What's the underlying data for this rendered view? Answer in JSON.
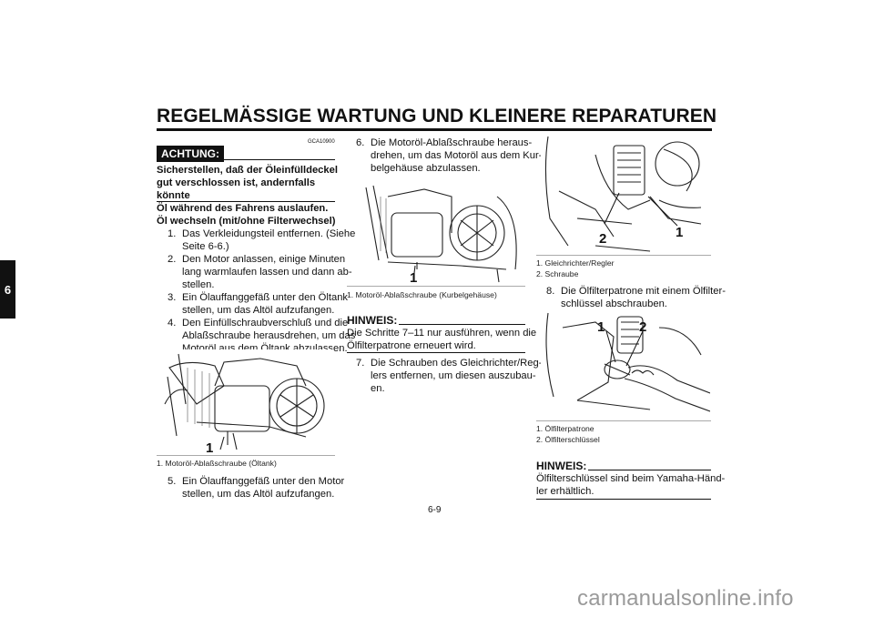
{
  "header": {
    "title": "REGELMÄSSIGE WARTUNG UND KLEINERE REPARATUREN"
  },
  "chapter_tab": "6",
  "achtung": {
    "label": "ACHTUNG:",
    "code": "GCA10900",
    "text_lines": [
      "Sicherstellen, daß der Öleinfülldeckel",
      "gut verschlossen ist, andernfalls könnte",
      "Öl während des Fahrens auslaufen."
    ]
  },
  "section_heading": "Öl wechseln (mit/ohne Filterwechsel)",
  "steps_col1": [
    {
      "num": "1.",
      "lines": [
        "Das Verkleidungsteil entfernen. (Siehe",
        "Seite 6-6.)"
      ]
    },
    {
      "num": "2.",
      "lines": [
        "Den Motor anlassen, einige Minuten",
        "lang warmlaufen lassen und dann ab-",
        "stellen."
      ]
    },
    {
      "num": "3.",
      "lines": [
        "Ein Ölauffanggefäß unter den Öltank",
        "stellen, um das Altöl aufzufangen."
      ]
    },
    {
      "num": "4.",
      "lines": [
        "Den Einfüllschraubverschluß und die",
        "Ablaßschraube herausdrehen, um das",
        "Motoröl aus dem Öltank abzulassen."
      ]
    }
  ],
  "figure1": {
    "callouts": [
      "1"
    ],
    "captions": [
      "1. Motoröl-Ablaßschraube (Öltank)"
    ]
  },
  "step5": {
    "num": "5.",
    "lines": [
      "Ein Ölauffanggefäß unter den Motor",
      "stellen, um das Altöl aufzufangen."
    ]
  },
  "step6": {
    "num": "6.",
    "lines": [
      "Die Motoröl-Ablaßschraube heraus-",
      "drehen, um das Motoröl aus dem Kur-",
      "belgehäuse abzulassen."
    ]
  },
  "figure2": {
    "callouts": [
      "1"
    ],
    "captions": [
      "1. Motoröl-Ablaßschraube (Kurbelgehäuse)"
    ]
  },
  "hinweis1": {
    "label": "HINWEIS:",
    "lines": [
      "Die Schritte 7–11 nur ausführen, wenn die",
      "Ölfilterpatrone erneuert wird."
    ]
  },
  "step7": {
    "num": "7.",
    "lines": [
      "Die Schrauben des Gleichrichter/Reg-",
      "lers entfernen, um diesen auszubau-",
      "en."
    ]
  },
  "figure3": {
    "callouts": [
      "2",
      "1"
    ],
    "captions": [
      "1. Gleichrichter/Regler",
      "2. Schraube"
    ]
  },
  "step8": {
    "num": "8.",
    "lines": [
      "Die Ölfilterpatrone mit einem Ölfilter-",
      "schlüssel abschrauben."
    ]
  },
  "figure4": {
    "callouts": [
      "1",
      "2"
    ],
    "captions": [
      "1. Ölfilterpatrone",
      "2. Ölfilterschlüssel"
    ]
  },
  "hinweis2": {
    "label": "HINWEIS:",
    "lines": [
      "Ölfilterschlüssel sind beim Yamaha-Händ-",
      "ler erhältlich."
    ]
  },
  "page_number": "6-9",
  "watermark": "carmanualsonline.info"
}
